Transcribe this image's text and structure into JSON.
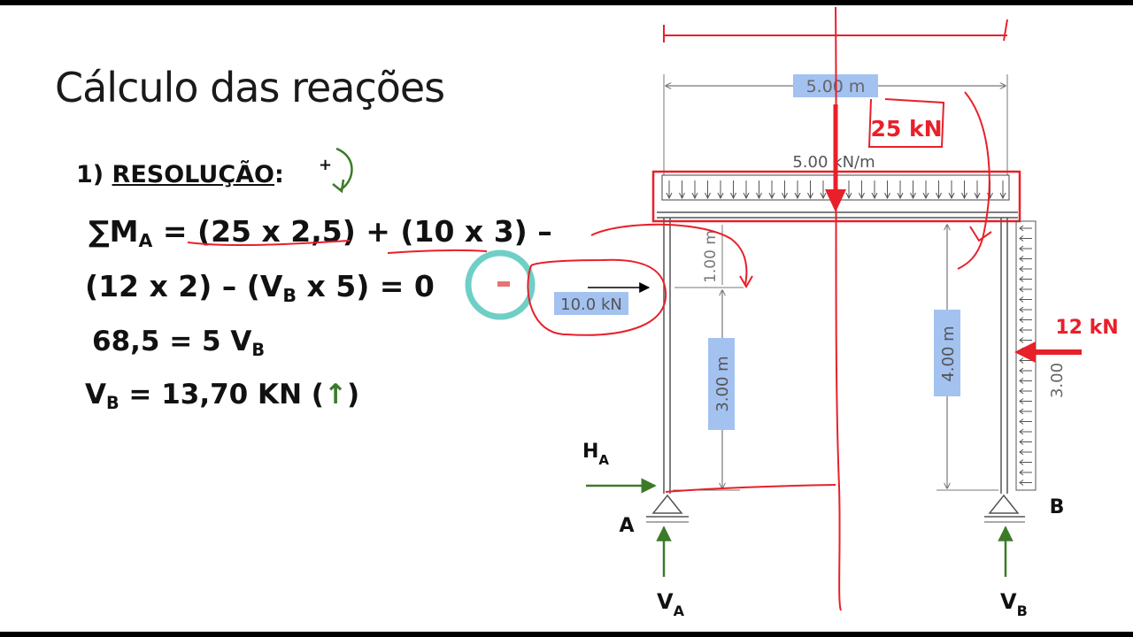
{
  "slide": {
    "title": "Cálculo das reações"
  },
  "equations": {
    "heading_number": "1)",
    "heading_label": "RESOLUÇÃO",
    "heading_colon": ":",
    "sign_plus": "+",
    "line1_sum": "∑M",
    "line1_sub": "A",
    "line1_rest": " = (25 x 2,5) + (10 x 3) –",
    "line2_a": "(12 x 2) – (V",
    "line2_sub": "B",
    "line2_b": " x 5) = 0",
    "line3_a": "68,5 = 5 V",
    "line3_sub": "B",
    "line4_a": "V",
    "line4_sub": "B",
    "line4_b": " = 13,70 KN (",
    "line4_arrow": "↑",
    "line4_c": ")"
  },
  "diagram": {
    "dim_top": "5.00 m",
    "load_label": "5.00 kN/m",
    "force_25": "25 kN",
    "force_10": "10.0 kN",
    "force_12": "12 kN",
    "dim_1m": "1.00 m",
    "dim_3m": "3.00 m",
    "dim_4m": "4.00 m",
    "dim_right_3m": "3.00",
    "support_a": "A",
    "support_b": "B",
    "reaction_ha": "H",
    "reaction_ha_sub": "A",
    "reaction_va": "V",
    "reaction_va_sub": "A",
    "reaction_vb": "V",
    "reaction_vb_sub": "B"
  },
  "colors": {
    "red": "#e8202a",
    "green": "#3c7a2a",
    "teal": "#6fcfc7",
    "dim_highlight": "#a3c2f0",
    "line_gray": "#777777"
  }
}
